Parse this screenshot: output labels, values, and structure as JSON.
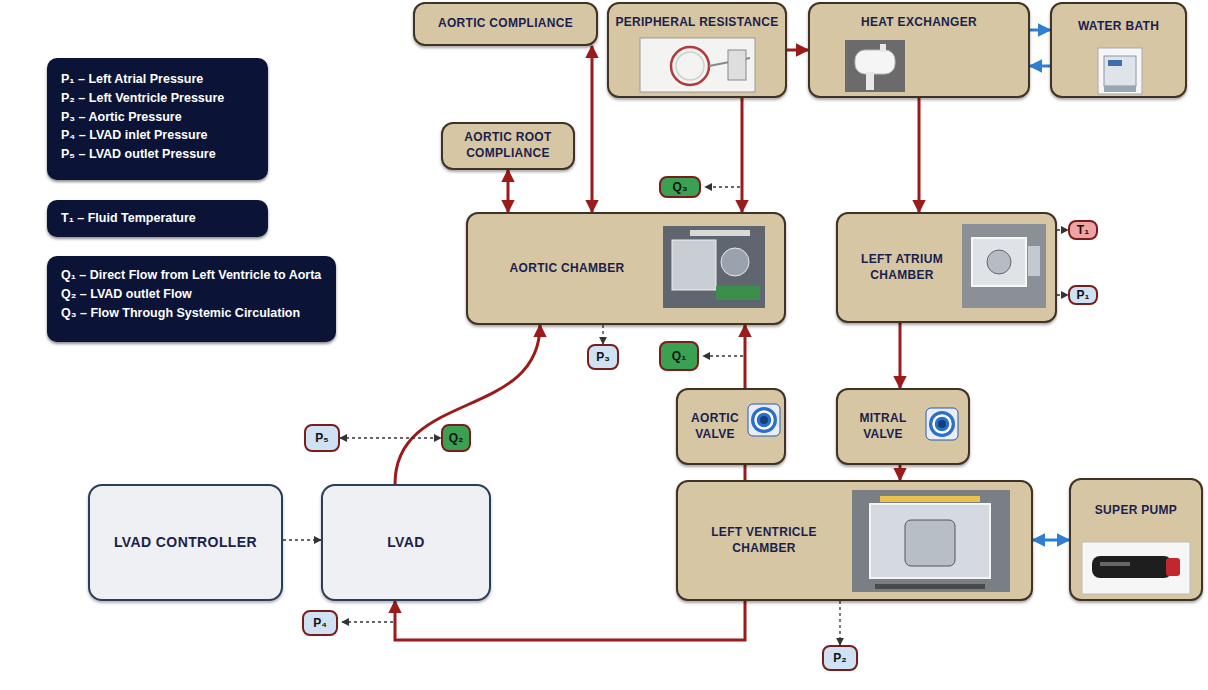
{
  "diagram": {
    "nodes": [
      {
        "text": [
          "P₁ – Left Atrial Pressure",
          "P₂ – Left Ventricle Pressure",
          "P₃ – Aortic Pressure",
          "P₄ – LVAD inlet Pressure",
          "P₅ – LVAD outlet Pressure"
        ]
      },
      {
        "text": [
          "T₁ – Fluid Temperature"
        ]
      },
      {
        "text": [
          "Q₁ – Direct Flow from Left Ventricle to Aorta",
          "Q₂ – LVAD outlet Flow",
          "Q₃ – Flow Through Systemic Circulation"
        ]
      },
      {
        "text": [
          "AORTIC COMPLIANCE"
        ]
      },
      {
        "text": [
          "PERIPHERAL RESISTANCE"
        ]
      },
      {
        "text": [
          "HEAT EXCHANGER"
        ]
      },
      {
        "text": [
          "WATER BATH"
        ]
      },
      {
        "text": [
          "AORTIC ROOT COMPLIANCE"
        ]
      },
      {
        "text": [
          "Q₃"
        ]
      },
      {
        "text": [
          "AORTIC CHAMBER"
        ]
      },
      {
        "text": [
          "LEFT ATRIUM CHAMBER"
        ]
      },
      {
        "text": [
          "T₁"
        ]
      },
      {
        "text": [
          "P₁"
        ]
      },
      {
        "text": [
          "P₃"
        ]
      },
      {
        "text": [
          "Q₁"
        ]
      },
      {
        "text": [
          "AORTIC VALVE"
        ]
      },
      {
        "text": [
          "MITRAL VALVE"
        ]
      },
      {
        "text": [
          "P₅"
        ]
      },
      {
        "text": [
          "Q₂"
        ]
      },
      {
        "text": [
          "LVAD CONTROLLER"
        ]
      },
      {
        "text": [
          "LVAD"
        ]
      },
      {
        "text": [
          "LEFT VENTRICLE CHAMBER"
        ]
      },
      {
        "text": [
          "SUPER PUMP"
        ]
      },
      {
        "text": [
          "P₄"
        ]
      },
      {
        "text": [
          "P₂"
        ]
      }
    ],
    "edges": [
      {
        "from": 3,
        "to": 9,
        "arrow": "both"
      },
      {
        "from": 7,
        "to": 9,
        "arrow": "both"
      },
      {
        "from": 4,
        "to": 9,
        "arrow": "to"
      },
      {
        "from": 4,
        "to": 5,
        "arrow": "to"
      },
      {
        "from": 5,
        "to": 6,
        "arrow": "to"
      },
      {
        "from": 6,
        "to": 5,
        "arrow": "to"
      },
      {
        "from": 5,
        "to": 10,
        "arrow": "to"
      },
      {
        "from": 10,
        "to": 16,
        "arrow": "to"
      },
      {
        "from": 16,
        "to": 21,
        "arrow": "to"
      },
      {
        "from": 21,
        "to": 15,
        "arrow": "none"
      },
      {
        "from": 15,
        "to": 9,
        "arrow": "to"
      },
      {
        "from": 21,
        "to": 20,
        "arrow": "to"
      },
      {
        "from": 20,
        "to": 9,
        "arrow": "to"
      },
      {
        "from": 22,
        "to": 21,
        "arrow": "both"
      },
      {
        "from": 19,
        "to": 20,
        "arrow": "to"
      },
      {
        "from": 9,
        "to": 13,
        "arrow": "to"
      },
      {
        "from": 10,
        "to": 11,
        "arrow": "to"
      },
      {
        "from": 10,
        "to": 12,
        "arrow": "to"
      },
      {
        "from": 17,
        "to": 18,
        "arrow": "both"
      },
      {
        "from": 21,
        "to": 24,
        "arrow": "to"
      }
    ]
  }
}
